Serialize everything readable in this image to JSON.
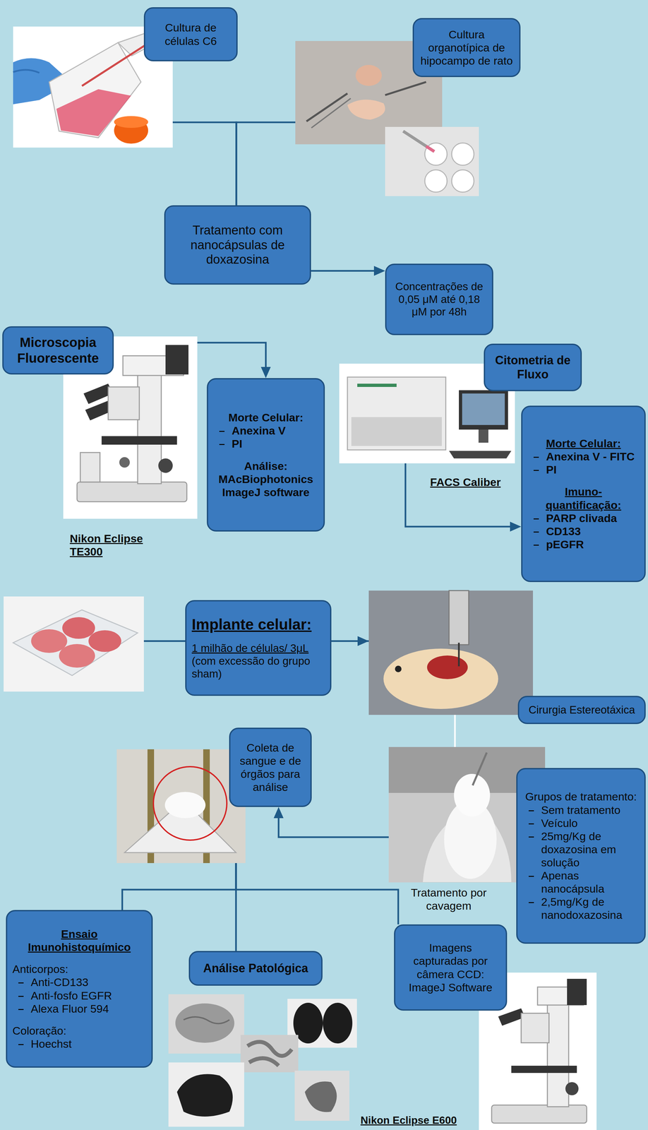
{
  "diagram": {
    "nodes": [
      {
        "text": [
          "Cultura de células C6"
        ]
      },
      {
        "text": [
          "Cultura organotípica de hipocampo de rato"
        ]
      },
      {
        "text": [
          "Tratamento com nanocápsulas de doxazosina"
        ]
      },
      {
        "text": [
          "Concentrações de 0,05 μM até 0,18 μM por 48h"
        ]
      },
      {
        "text": [
          "Microscopia Fluorescente"
        ]
      },
      {
        "text": [
          "Morte Celular:",
          "Anexina V",
          "PI",
          "Análise:",
          "MAcBiophotonics ImageJ software"
        ]
      },
      {
        "text": [
          "Citometria de Fluxo"
        ]
      },
      {
        "text": [
          "Morte Celular:",
          "Anexina V - FITC",
          "PI",
          "Imuno-quantificação:",
          "PARP clivada",
          "CD133",
          "pEGFR"
        ]
      },
      {
        "text": [
          "Implante celular:",
          "1 milhão de células/ 3μL",
          "(com excessão do grupo sham)"
        ]
      },
      {
        "text": [
          "Cirurgia Estereotáxica"
        ]
      },
      {
        "text": [
          "Coleta de sangue e de órgãos para análise"
        ]
      },
      {
        "text": [
          "Grupos de tratamento:",
          "Sem tratamento",
          "Veículo",
          "25mg/Kg de doxazosina em solução",
          "Apenas nanocápsula",
          "2,5mg/Kg de nanodoxazosina"
        ]
      },
      {
        "text": [
          "Ensaio Imunohistoquímico",
          "Anticorpos:",
          "Anti-CD133",
          "Anti-fosfo EGFR",
          "Alexa Fluor 594",
          "Coloração:",
          "Hoechst"
        ]
      },
      {
        "text": [
          "Análise Patológica"
        ]
      },
      {
        "text": [
          "Imagens capturadas por câmera CCD: ImageJ Software"
        ]
      }
    ],
    "edges": [
      {
        "from": 0,
        "to": 2,
        "arrow": "none"
      },
      {
        "from": 1,
        "to": 2,
        "arrow": "none"
      },
      {
        "from": 2,
        "to": 3,
        "arrow": "to"
      },
      {
        "from": 4,
        "to": 5,
        "arrow": "to"
      },
      {
        "from": 6,
        "to": 7,
        "arrow": "to"
      },
      {
        "from": 8,
        "to": 9,
        "arrow": "to"
      },
      {
        "from": 9,
        "to": 11,
        "arrow": "none"
      },
      {
        "from": 11,
        "to": 10,
        "arrow": "to"
      },
      {
        "from": 10,
        "to": 12,
        "arrow": "none"
      },
      {
        "from": 10,
        "to": 13,
        "arrow": "none"
      },
      {
        "from": 10,
        "to": 14,
        "arrow": "none"
      }
    ],
    "labels": [
      "Nikon Eclipse TE300",
      "FACS Caliber",
      "Tratamento por cavagem",
      "Nikon Eclipse E600"
    ]
  }
}
